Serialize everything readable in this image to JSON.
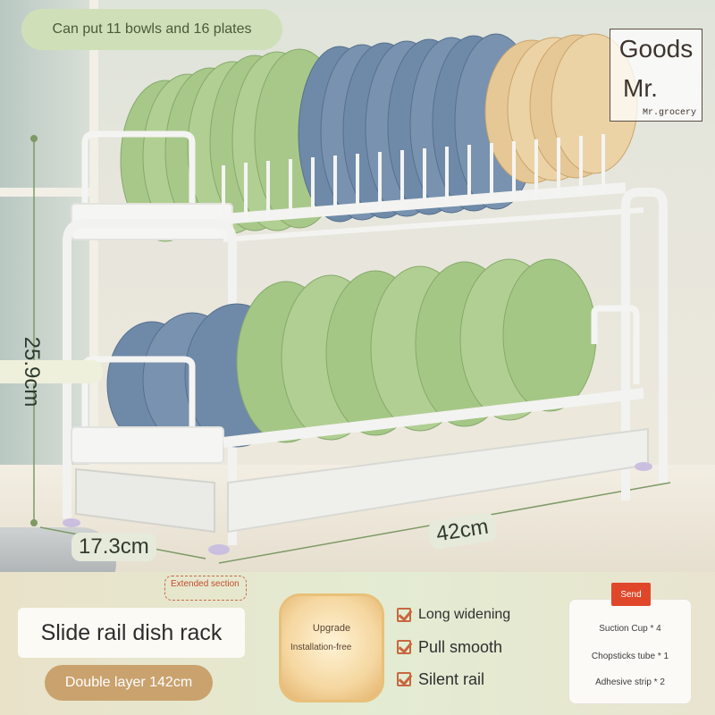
{
  "top_pill": "Can put 11 bowls and 16 plates",
  "brand": {
    "line1": "Goods",
    "line2": "Mr.",
    "line3": "Mr.grocery"
  },
  "dimensions": {
    "height": "25.9cm",
    "depth": "17.3cm",
    "width": "42cm"
  },
  "extended_section": "Extended section",
  "title": "Slide rail dish rack",
  "layer_label": "Double layer 142cm",
  "badge": {
    "upgrade": "Upgrade",
    "installation": "Installation-free"
  },
  "features": [
    "Long widening",
    "Pull smooth",
    "Silent rail"
  ],
  "send_label": "Send",
  "accessories": [
    "Suction Cup * 4",
    "Chopsticks tube * 1",
    "Adhesive strip * 2"
  ],
  "colors": {
    "green_plate": "#a9c98a",
    "blue_plate": "#6e89a6",
    "tan_plate": "#e3c590",
    "rack": "#f3f3f1",
    "accent": "#e0472a"
  }
}
